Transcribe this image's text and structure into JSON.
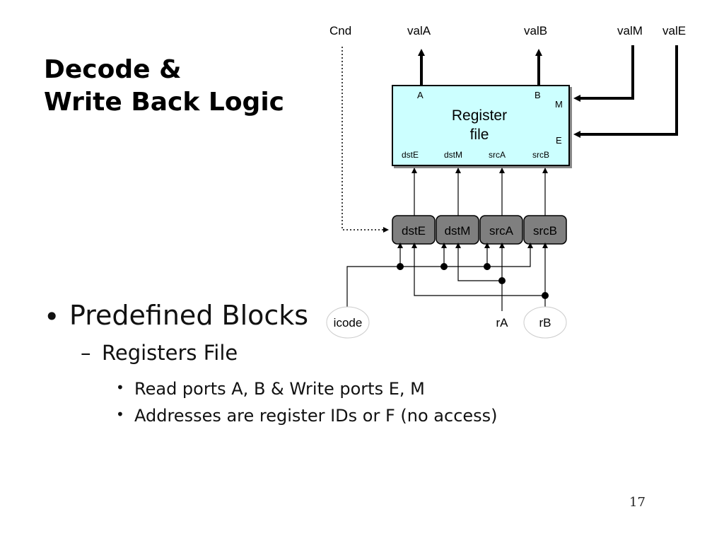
{
  "slide": {
    "title_line1": "Decode &",
    "title_line2": "Write Back Logic",
    "page_number": "17"
  },
  "bullets": {
    "level1": {
      "marker": "•",
      "text": "Predefined Blocks"
    },
    "level2": {
      "marker": "–",
      "text": "Registers File"
    },
    "level3": [
      {
        "marker": "•",
        "text": "Read ports A, B & Write ports E, M"
      },
      {
        "marker": "•",
        "text": "Addresses are register IDs or F (no access)"
      }
    ]
  },
  "diagram": {
    "outputs": {
      "cnd": "Cnd",
      "valA": "valA",
      "valB": "valB",
      "valM": "valM",
      "valE": "valE"
    },
    "register_file": {
      "title_line1": "Register",
      "title_line2": "file",
      "port_A": "A",
      "port_B": "B",
      "port_M": "M",
      "port_E": "E",
      "bottom_ports": [
        "dstE",
        "dstM",
        "srcA",
        "srcB"
      ]
    },
    "logic_blocks": [
      "dstE",
      "dstM",
      "srcA",
      "srcB"
    ],
    "inputs": {
      "icode": "icode",
      "rA": "rA",
      "rB": "rB"
    },
    "colors": {
      "register_fill": "#ccffff",
      "block_fill": "#7f7f7f",
      "wire": "#000000"
    }
  }
}
